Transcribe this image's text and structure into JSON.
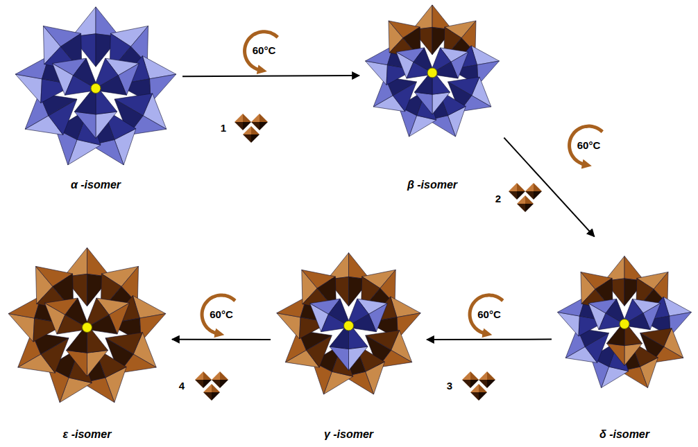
{
  "diagram": {
    "nodes": [
      {
        "text": [
          "α -isomer"
        ]
      },
      {
        "text": [
          "β -isomer"
        ]
      },
      {
        "text": [
          "δ -isomer"
        ]
      },
      {
        "text": [
          "γ -isomer"
        ]
      },
      {
        "text": [
          "ε -isomer"
        ]
      }
    ],
    "edges": [
      {
        "from": 0,
        "to": 1,
        "arrow": "to",
        "label": "60°C"
      },
      {
        "from": 1,
        "to": 2,
        "arrow": "to",
        "label": "60°C"
      },
      {
        "from": 2,
        "to": 3,
        "arrow": "to",
        "label": "60°C"
      },
      {
        "from": 3,
        "to": 4,
        "arrow": "to",
        "label": "60°C"
      }
    ],
    "labels": [
      "1",
      "2",
      "3",
      "4"
    ]
  }
}
